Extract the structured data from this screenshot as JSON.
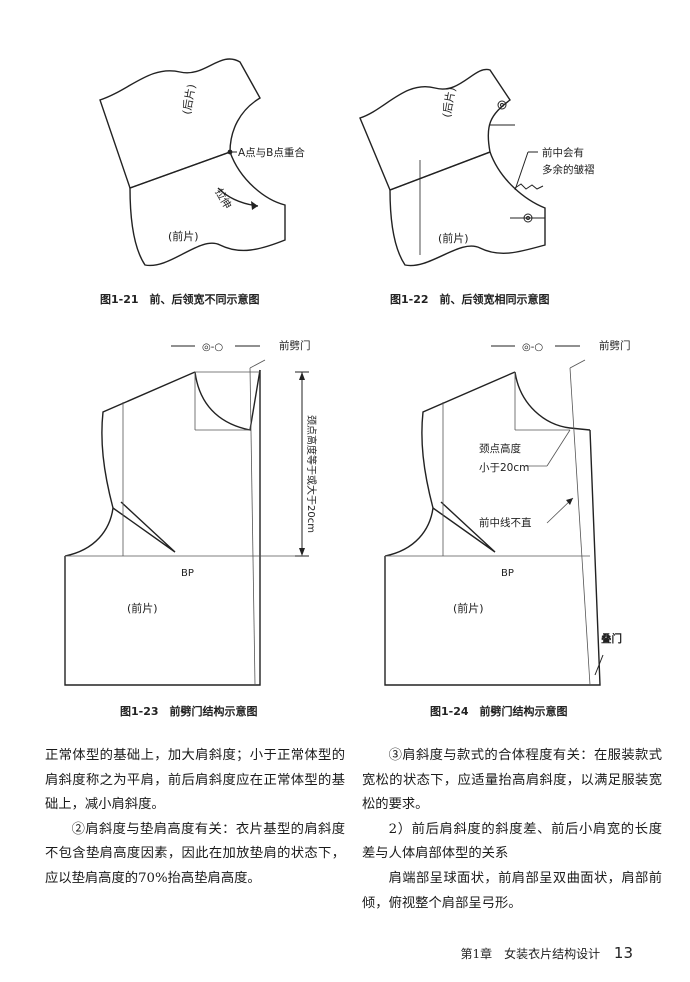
{
  "figures": {
    "fig21": {
      "caption": "图1-21　前、后领宽不同示意图",
      "back_label": "(后片)",
      "front_label": "(前片)",
      "annotation": "A点与B点重合",
      "stretch_label": "拉伸"
    },
    "fig22": {
      "caption": "图1-22　前、后领宽相同示意图",
      "back_label": "(后片)",
      "front_label": "(前片)",
      "annotation_line1": "前中会有",
      "annotation_line2": "多余的皱褶"
    },
    "fig23": {
      "caption": "图1-23　前劈门结构示意图",
      "front_label": "(前片)",
      "top_label": "前劈门",
      "vertical_label": "颈点高度等于或大于20cm",
      "bp_label": "BP",
      "mark_symbol": "◎-○"
    },
    "fig24": {
      "caption": "图1-24　前劈门结构示意图",
      "front_label": "(前片)",
      "top_label": "前劈门",
      "height_label_line1": "颈点高度",
      "height_label_line2": "小于20cm",
      "center_line_label": "前中线不直",
      "bp_label": "BP",
      "overlap_label": "叠门",
      "mark_symbol": "◎-○"
    }
  },
  "text": {
    "left": [
      "正常体型的基础上，加大肩斜度；小于正常体型的肩斜度称之为平肩，前后肩斜度应在正常体型的基础上，减小肩斜度。",
      "②肩斜度与垫肩高度有关：衣片基型的肩斜度不包含垫肩高度因素，因此在加放垫肩的状态下，应以垫肩高度的70%抬高垫肩高度。"
    ],
    "right": [
      "③肩斜度与款式的合体程度有关：在服装款式宽松的状态下，应适量抬高肩斜度，以满足服装宽松的要求。",
      "2）前后肩斜度的斜度差、前后小肩宽的长度差与人体肩部体型的关系",
      "肩端部呈球面状，前肩部呈双曲面状，肩部前倾，俯视整个肩部呈弓形。"
    ]
  },
  "footer": {
    "chapter": "第1章　女装衣片结构设计",
    "page_number": "13"
  }
}
